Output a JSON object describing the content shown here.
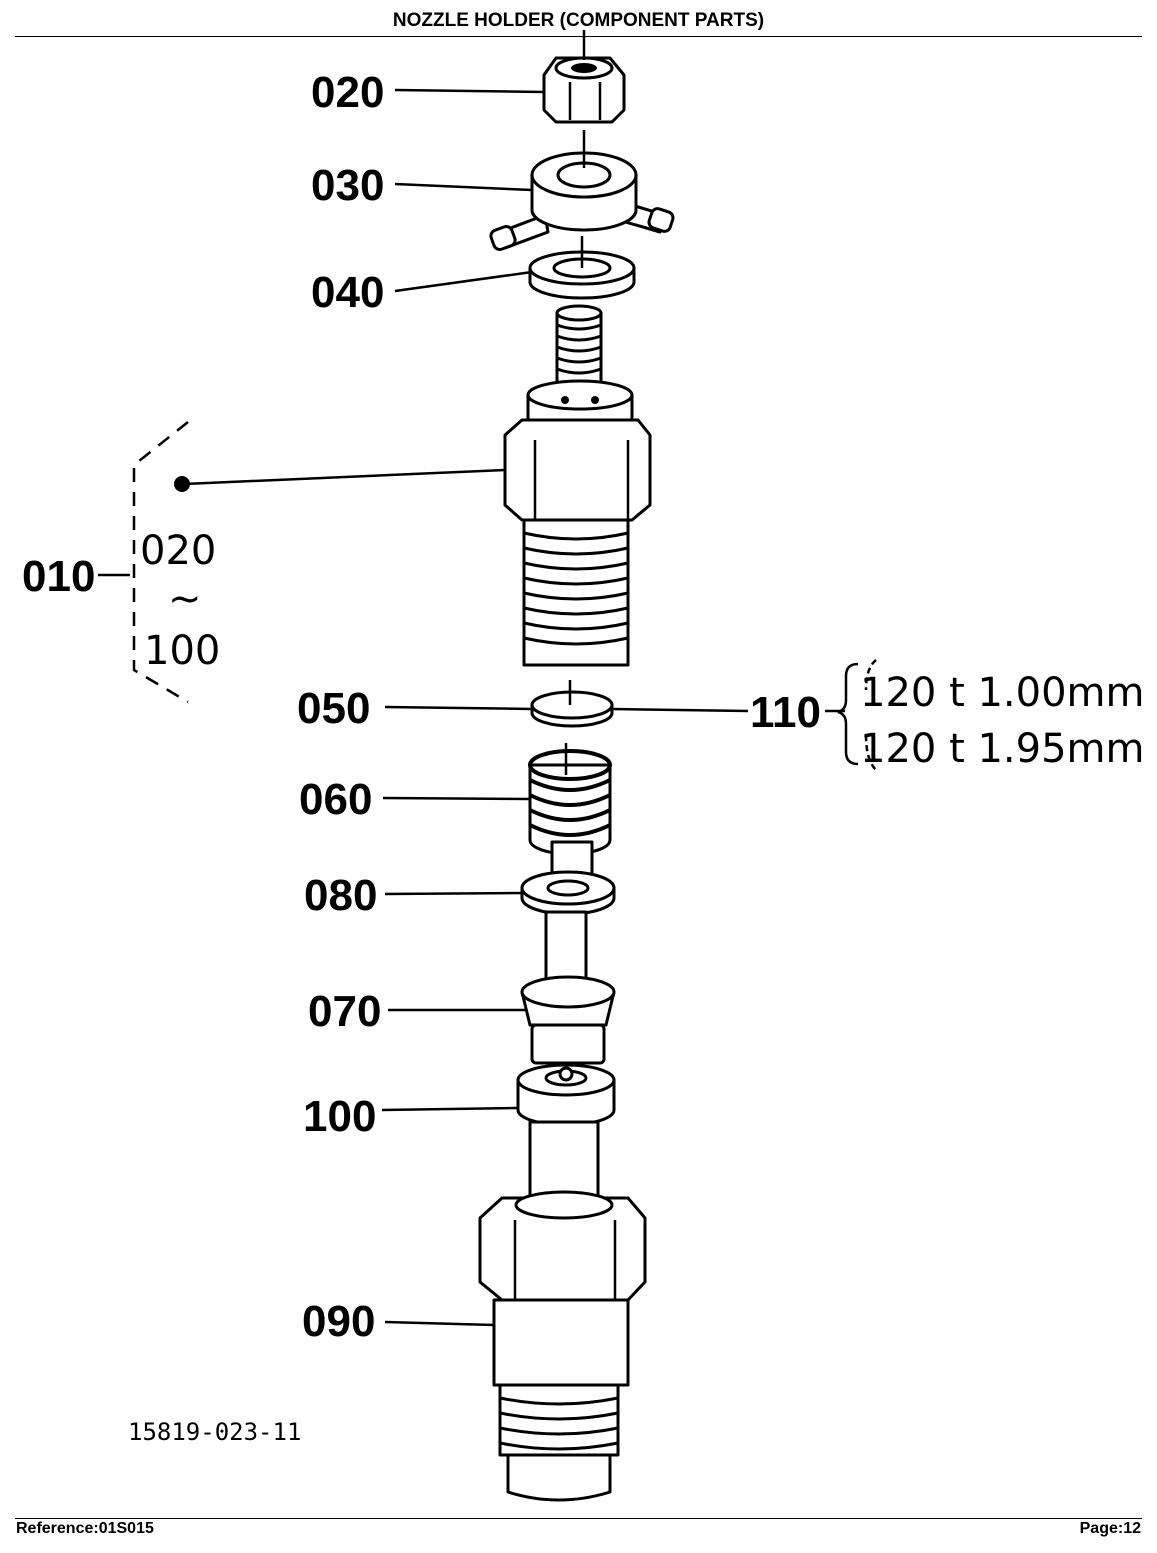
{
  "header": {
    "title": "NOZZLE HOLDER (COMPONENT PARTS)"
  },
  "footer": {
    "reference": "Reference:01S015",
    "page": "Page:12"
  },
  "callouts": {
    "p020": "020",
    "p030": "030",
    "p040": "040",
    "p010": "010",
    "p050": "050",
    "p110": "110",
    "p060": "060",
    "p080": "080",
    "p070": "070",
    "p100": "100",
    "p090": "090"
  },
  "assembly_note": {
    "from": "020",
    "range_mark": "~",
    "to": "100"
  },
  "shim_options": {
    "line1": "120 t 1.00mm",
    "line2": "120 t 1.95mm"
  },
  "drawing_code": "15819-023-11"
}
